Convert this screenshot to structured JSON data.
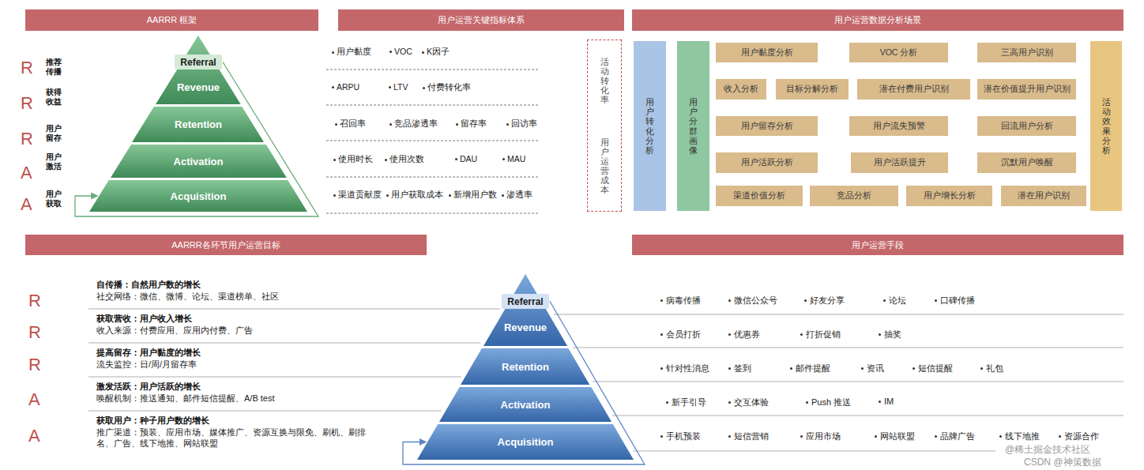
{
  "diagram": {
    "nodes": [
      {
        "text": [
          "AARRR 框架"
        ]
      },
      {
        "text": [
          "Referral"
        ]
      },
      {
        "text": [
          "Revenue"
        ]
      },
      {
        "text": [
          "Retention"
        ]
      },
      {
        "text": [
          "Activation"
        ]
      },
      {
        "text": [
          "Acquisition"
        ]
      },
      {
        "text": [
          "用户运营关键指标体系"
        ]
      },
      {
        "text": [
          "活动转化率",
          "用户运营成本"
        ]
      },
      {
        "text": [
          "用户运营数据分析场景"
        ]
      },
      {
        "text": [
          "用户转化分析"
        ]
      },
      {
        "text": [
          "用户分群画像"
        ]
      },
      {
        "text": [
          "用户黏度分析"
        ]
      },
      {
        "text": [
          "VOC 分析"
        ]
      },
      {
        "text": [
          "三高用户识别"
        ]
      },
      {
        "text": [
          "收入分析"
        ]
      },
      {
        "text": [
          "目标分解分析"
        ]
      },
      {
        "text": [
          "潜在付费用户识别"
        ]
      },
      {
        "text": [
          "潜在价值提升用户识别"
        ]
      },
      {
        "text": [
          "用户留存分析"
        ]
      },
      {
        "text": [
          "用户流失预警"
        ]
      },
      {
        "text": [
          "回流用户分析"
        ]
      },
      {
        "text": [
          "用户活跃分析"
        ]
      },
      {
        "text": [
          "用户活跃提升"
        ]
      },
      {
        "text": [
          "沉默用户唤醒"
        ]
      },
      {
        "text": [
          "渠道价值分析"
        ]
      },
      {
        "text": [
          "竞品分析"
        ]
      },
      {
        "text": [
          "用户增长分析"
        ]
      },
      {
        "text": [
          "潜在用户识别"
        ]
      },
      {
        "text": [
          "活动效果分析"
        ]
      },
      {
        "text": [
          "AARRR各环节用户运营目标"
        ]
      },
      {
        "text": [
          "用户运营手段"
        ]
      },
      {
        "text": [
          "Referral"
        ]
      },
      {
        "text": [
          "Revenue"
        ]
      },
      {
        "text": [
          "Retention"
        ]
      },
      {
        "text": [
          "Activation"
        ]
      },
      {
        "text": [
          "Acquisition"
        ]
      }
    ],
    "edges": [
      {
        "from": 1,
        "to": 5,
        "arrow": "to"
      },
      {
        "from": 31,
        "to": 35,
        "arrow": "to"
      }
    ],
    "labels": [
      "R",
      "推荐传播",
      "R",
      "获得收益",
      "R",
      "用户留存",
      "A",
      "用户激活",
      "A",
      "用户获取",
      "用户黏度",
      "VOC",
      "K因子",
      "ARPU",
      "LTV",
      "付费转化率",
      "召回率",
      "竞品渗透率",
      "留存率",
      "回访率",
      "使用时长",
      "使用次数",
      "DAU",
      "MAU",
      "渠道贡献度",
      "用户获取成本",
      "新增用户数",
      "渗透率",
      "R",
      "自传播：自然用户数的增长",
      "社交网络：微信、微博、论坛、渠道榜单、社区",
      "R",
      "获取营收：用户收入增长",
      "收入来源：付费应用、应用内付费、广告",
      "R",
      "提高留存：用户黏度的增长",
      "流失监控：日/周/月留存率",
      "A",
      "激发活跃：用户活跃的增长",
      "唤醒机制：推送通知、邮件短信提醒、A/B test",
      "A",
      "获取用户：种子用户数的增长",
      "推广渠道：预装、应用市场、媒体推广、资源互换与限免、刷机、刷排名、广告、线下地推、网站联盟",
      "病毒传播",
      "微信公众号",
      "好友分享",
      "论坛",
      "口碑传播",
      "会员打折",
      "优惠券",
      "打折促销",
      "抽奖",
      "针对性消息",
      "签到",
      "邮件提醒",
      "资讯",
      "短信提醒",
      "礼包",
      "新手引导",
      "交互体验",
      "Push 推送",
      "IM",
      "手机预装",
      "短信营销",
      "应用市场",
      "网站联盟",
      "品牌广告",
      "线下地推",
      "资源合作",
      "@稀土掘金技术社区",
      "CSDN @神策数据"
    ]
  }
}
